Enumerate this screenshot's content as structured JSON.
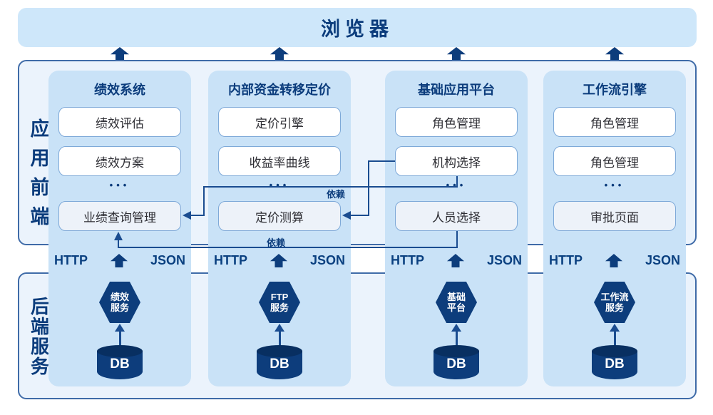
{
  "browser": {
    "title": "浏览器"
  },
  "sections": {
    "frontend": {
      "label": "应用前端"
    },
    "backend": {
      "label": "后端服务"
    }
  },
  "protocol": {
    "http": "HTTP",
    "json": "JSON"
  },
  "ellipsis": "•••",
  "db_label": "DB",
  "dependency_label": "依赖",
  "columns": [
    {
      "title": "绩效系统",
      "items": [
        "绩效评估",
        "绩效方案"
      ],
      "bottom_item": "业绩查询管理",
      "service": [
        "绩效",
        "服务"
      ]
    },
    {
      "title": "内部资金转移定价",
      "items": [
        "定价引擎",
        "收益率曲线"
      ],
      "bottom_item": "定价测算",
      "service": [
        "FTP",
        "服务"
      ]
    },
    {
      "title": "基础应用平台",
      "items": [
        "角色管理",
        "机构选择"
      ],
      "bottom_item": "人员选择",
      "service": [
        "基础",
        "平台"
      ]
    },
    {
      "title": "工作流引擎",
      "items": [
        "角色管理",
        "角色管理"
      ],
      "bottom_item": "审批页面",
      "service": [
        "工作流",
        "服务"
      ]
    }
  ],
  "colors": {
    "bar_blue": "#cee7fa",
    "panel_blue": "#c9e2f7",
    "section_fill": "#ebf3fc",
    "section_border": "#3f6ba8",
    "navy_text": "#0b3c7c",
    "shape_navy": "#0d3d7c",
    "cylinder_top": "#082f61",
    "line": "#1a4c90",
    "module_border": "#7ea9d8",
    "module_bottom_fill": "#edf2f9"
  }
}
